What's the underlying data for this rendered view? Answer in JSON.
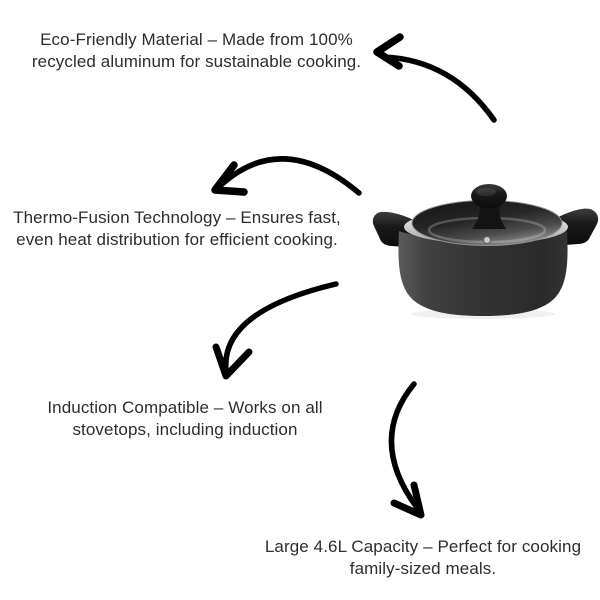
{
  "canvas": {
    "background_color": "#ffffff",
    "text_color": "#2d2d2d",
    "arrow_color": "#000000"
  },
  "features": [
    {
      "id": "eco-friendly",
      "lines": [
        "Eco-Friendly Material – Made from 100%",
        "recycled aluminum for sustainable cooking."
      ]
    },
    {
      "id": "thermo-fusion",
      "lines": [
        "Thermo-Fusion Technology – Ensures fast,",
        "even heat distribution for efficient cooking."
      ]
    },
    {
      "id": "induction-compatible",
      "lines": [
        "Induction Compatible – Works on all",
        "stovetops, including induction"
      ]
    },
    {
      "id": "large-capacity",
      "lines": [
        "Large 4.6L Capacity – Perfect for cooking",
        "family-sized meals."
      ]
    }
  ],
  "product": {
    "name": "black-casserole-pot-with-glass-lid",
    "colors": {
      "body": "#323232",
      "lid_rim": "#d6d6d6",
      "glass": "#2a2a2a",
      "handles_knob": "#141414",
      "screw": "#c9c9c9"
    }
  }
}
